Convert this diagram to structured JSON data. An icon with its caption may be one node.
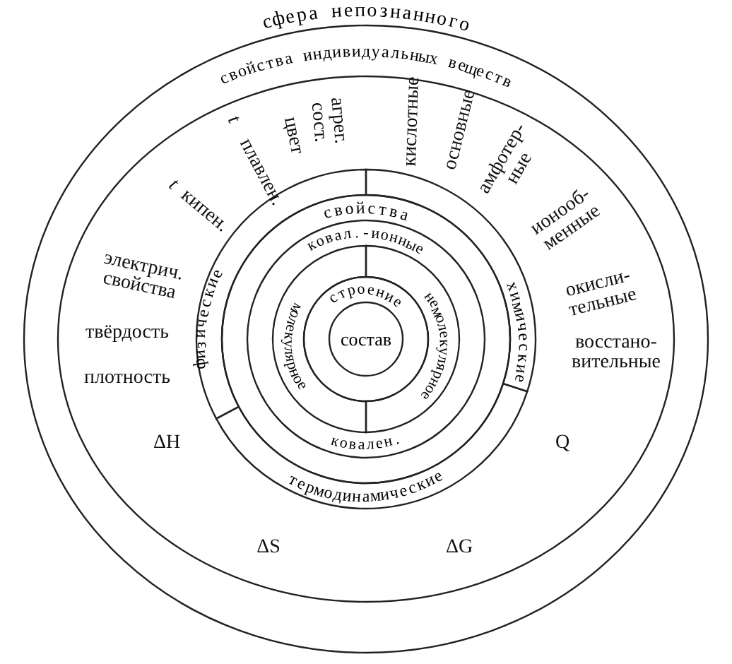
{
  "diagram": {
    "nodes": [
      {
        "text": [
          "сфера непознанного",
          "свойства индивидуальных веществ"
        ]
      },
      {
        "text": [],
        "shape": "circle",
        "in": 0
      },
      {
        "text": [
          "физические"
        ],
        "in": 1,
        "beside": [
          "*t* плавлен.",
          "цвет",
          "агрег. сост.",
          "*t* кипен.",
          "электрич. свойства",
          "твёрдость",
          "плотность"
        ]
      },
      {
        "text": [
          "химические"
        ],
        "in": 1,
        "beside": [
          "кислотные",
          "основные",
          "амфотер- ные",
          "ионооб- менные",
          "окисли- тельные",
          "восстано- вительные"
        ]
      },
      {
        "text": [
          "термодинамические"
        ],
        "in": 1,
        "beside": [
          "ΔH",
          "Q",
          "ΔS",
          "ΔG"
        ]
      },
      {
        "text": [
          "свойства"
        ],
        "in": 1
      },
      {
        "text": [
          "ковал.-ионные",
          "ковален."
        ],
        "in": 5
      },
      {
        "text": [
          "молекулярное"
        ],
        "in": 6
      },
      {
        "text": [
          "немолекулярное"
        ],
        "in": 6
      },
      {
        "text": [
          "строение"
        ],
        "in": 6
      },
      {
        "text": [
          "состав"
        ],
        "in": 9
      }
    ]
  }
}
